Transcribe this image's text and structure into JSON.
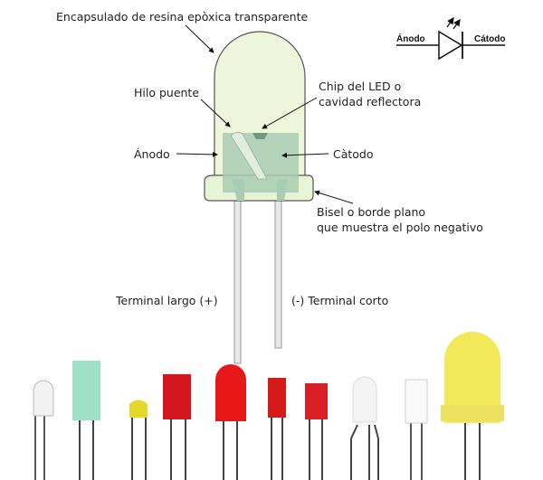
{
  "labels": {
    "encapsulation": "Encapsulado de resina epòxica transparente",
    "bond_wire": "Hilo puente",
    "chip_line1": "Chip del LED o",
    "chip_line2": "cavidad reflectora",
    "anode": "Ánodo",
    "cathode": "Càtodo",
    "bevel_line1": "Bisel o borde plano",
    "bevel_line2": "que muestra el polo negativo",
    "long_terminal": "Terminal largo (+)",
    "short_terminal": "(-) Terminal corto"
  },
  "symbol": {
    "anode": "Ánodo",
    "cathode": "Cátodo"
  },
  "colors": {
    "epoxy": "#eef7dc",
    "frame": "#a9cdb3",
    "red": "#e01818",
    "yellow": "#f2e85a",
    "mint": "#9fe0c8"
  }
}
